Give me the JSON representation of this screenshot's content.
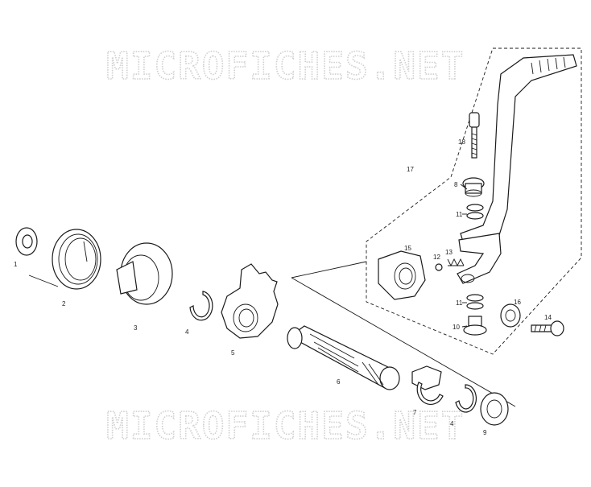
{
  "watermark": {
    "top": "MICROFICHES.NET",
    "bottom": "MICROFICHES.NET"
  },
  "callouts": {
    "c1": "1",
    "c2": "2",
    "c3": "3",
    "c4a": "4",
    "c4b": "4",
    "c5": "5",
    "c6": "6",
    "c7": "7",
    "c8": "8",
    "c9": "9",
    "c10": "10",
    "c11a": "11",
    "c11b": "11",
    "c12": "12",
    "c13": "13",
    "c14": "14",
    "c15": "15",
    "c16": "16",
    "c17": "17",
    "c18": "18"
  }
}
